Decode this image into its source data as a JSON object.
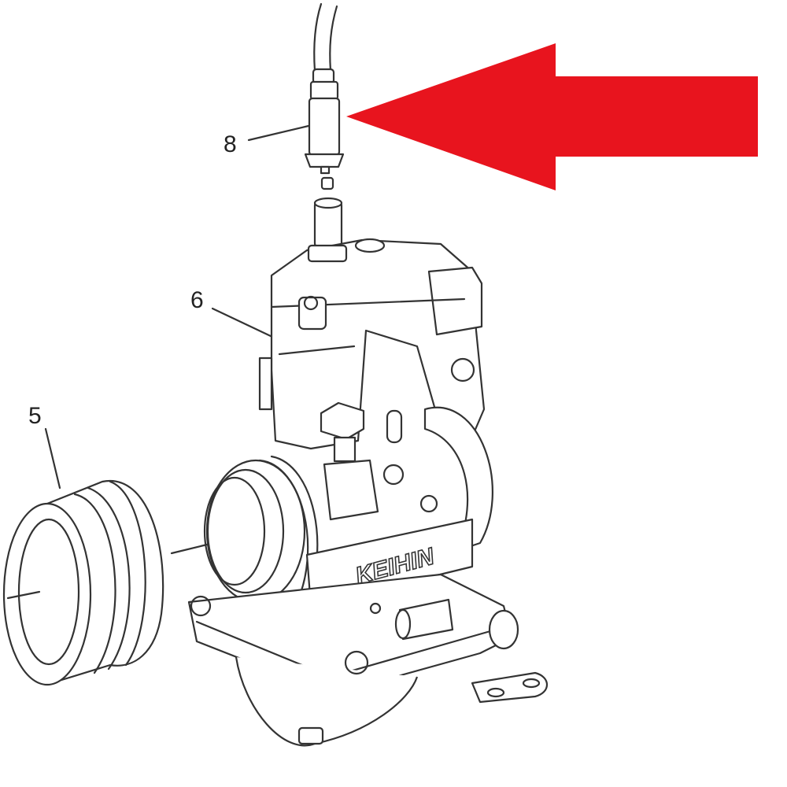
{
  "diagram": {
    "callouts": [
      {
        "id": "8",
        "label": "8"
      },
      {
        "id": "6",
        "label": "6"
      },
      {
        "id": "5",
        "label": "5"
      }
    ],
    "logo_text": "KEIHIN",
    "arrow": {
      "color": "#e8141e",
      "direction": "left",
      "target": "8"
    }
  }
}
